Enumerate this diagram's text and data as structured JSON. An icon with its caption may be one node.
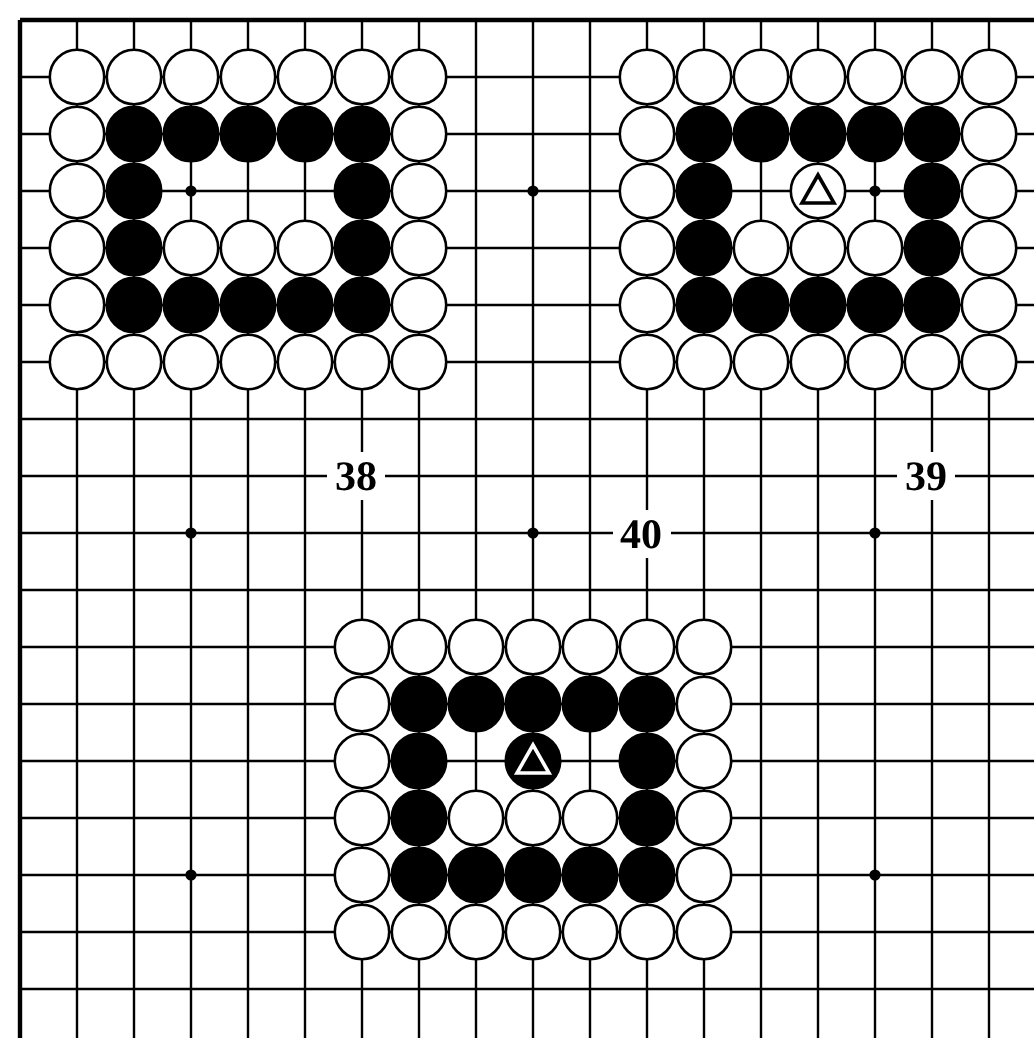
{
  "diagram": {
    "labels": [
      "38",
      "39",
      "40"
    ]
  }
}
